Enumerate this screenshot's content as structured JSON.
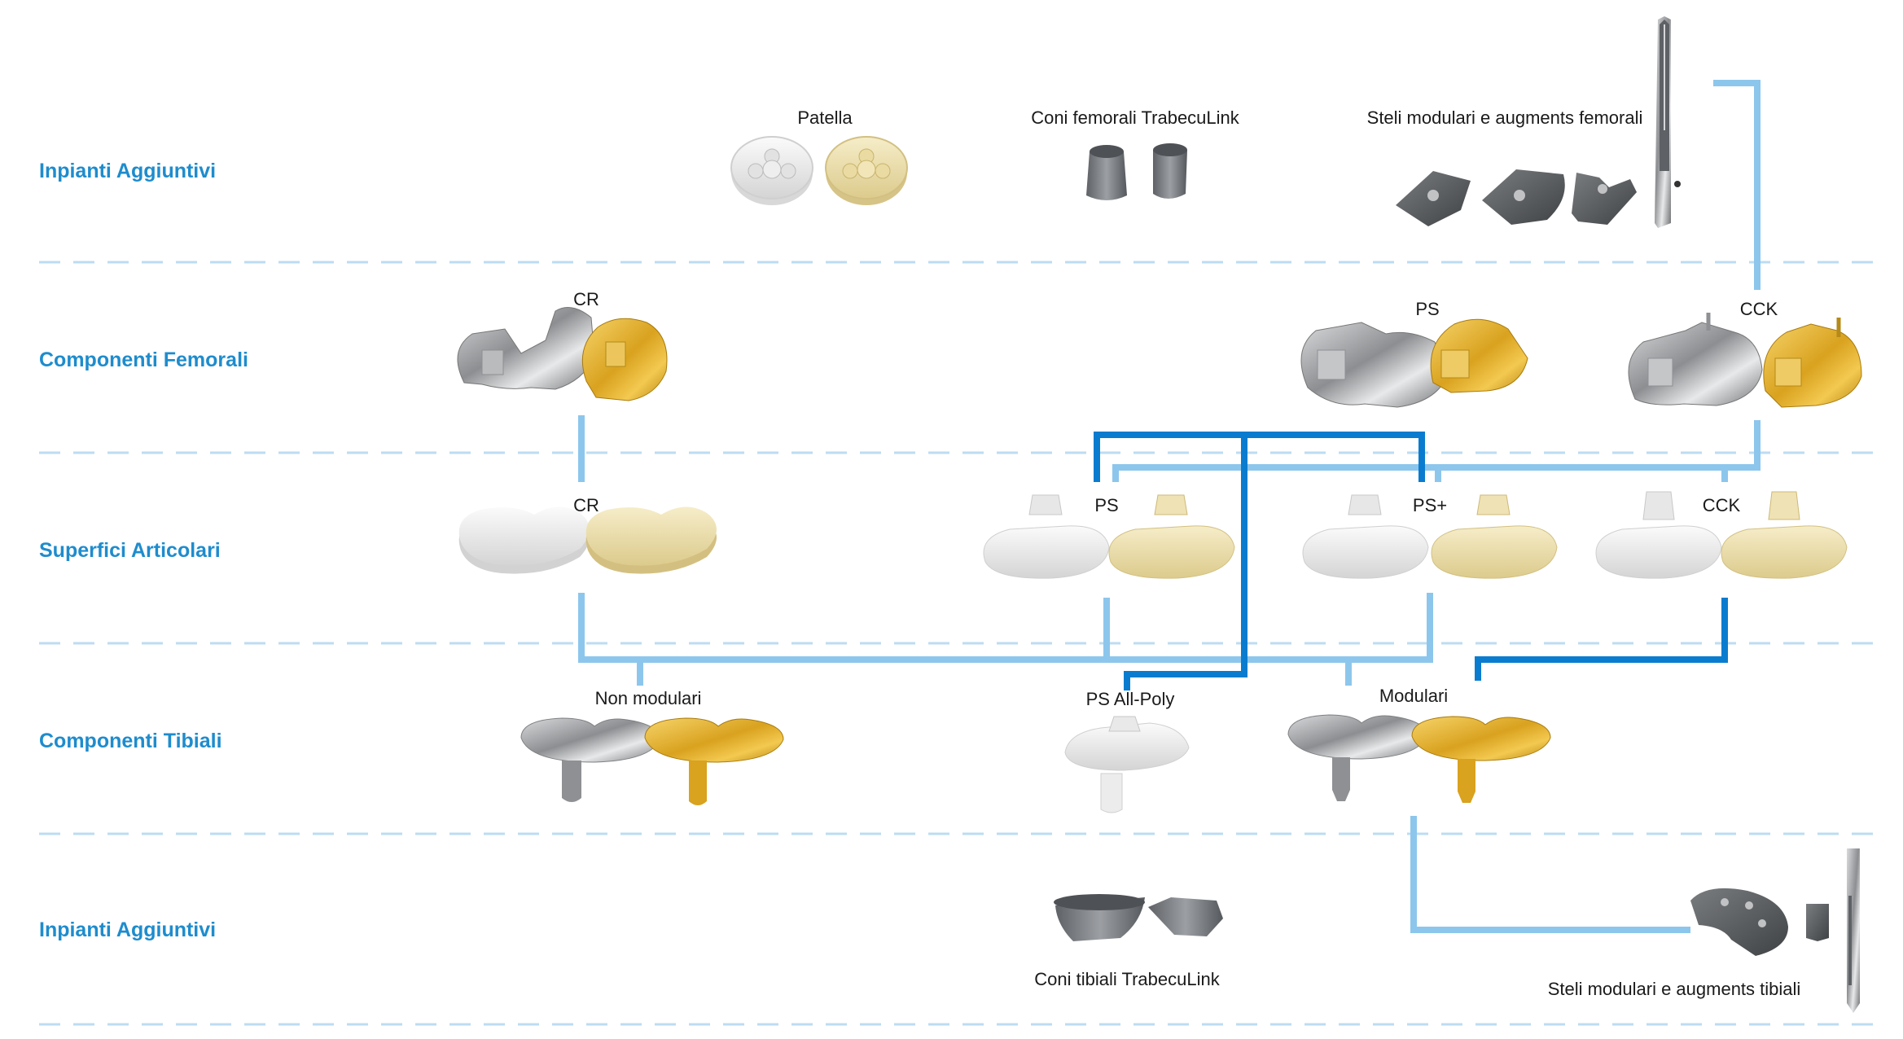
{
  "colors": {
    "row_label": "#1e8ccd",
    "light_connector": "#8dc6ec",
    "dark_connector": "#0a7ccf",
    "divider": "#bddcf2",
    "text": "#1a1a1a",
    "metal": "#9a9c9f",
    "gold": "#e1b230",
    "cream": "#efe2b4",
    "white_poly": "#f1f1f1",
    "trabecular": "#6b6e72"
  },
  "rows": [
    {
      "label": "Inpianti Aggiuntivi"
    },
    {
      "label": "Componenti Femorali"
    },
    {
      "label": "Superfici Articolari"
    },
    {
      "label": "Componenti Tibiali"
    },
    {
      "label": "Inpianti Aggiuntivi"
    }
  ],
  "products": {
    "patella": {
      "label": "Patella",
      "icon": "patella-icon"
    },
    "femoral_cones": {
      "label": "Coni femorali TrabecuLink",
      "icon": "femoral-cone-icon"
    },
    "femoral_stems": {
      "label": "Steli modulari e augments femorali",
      "icon": "femoral-stem-augment-icon"
    },
    "femoral_cr": {
      "label": "CR",
      "icon": "femoral-component-icon"
    },
    "femoral_ps": {
      "label": "PS",
      "icon": "femoral-component-icon"
    },
    "femoral_cck": {
      "label": "CCK",
      "icon": "femoral-cck-icon"
    },
    "articular_cr": {
      "label": "CR",
      "icon": "insert-cr-icon"
    },
    "articular_ps": {
      "label": "PS",
      "icon": "insert-ps-icon"
    },
    "articular_psplus": {
      "label": "PS+",
      "icon": "insert-ps-icon"
    },
    "articular_cck": {
      "label": "CCK",
      "icon": "insert-cck-icon"
    },
    "tibial_nonmodular": {
      "label": "Non modulari",
      "icon": "tibial-tray-icon"
    },
    "tibial_allpoly": {
      "label": "PS All-Poly",
      "icon": "tibial-allpoly-icon"
    },
    "tibial_modular": {
      "label": "Modulari",
      "icon": "tibial-modular-icon"
    },
    "tibial_cones": {
      "label": "Coni tibiali TrabecuLink",
      "icon": "tibial-cone-icon"
    },
    "tibial_stems": {
      "label": "Steli modulari e augments tibiali",
      "icon": "tibial-stem-augment-icon"
    }
  }
}
